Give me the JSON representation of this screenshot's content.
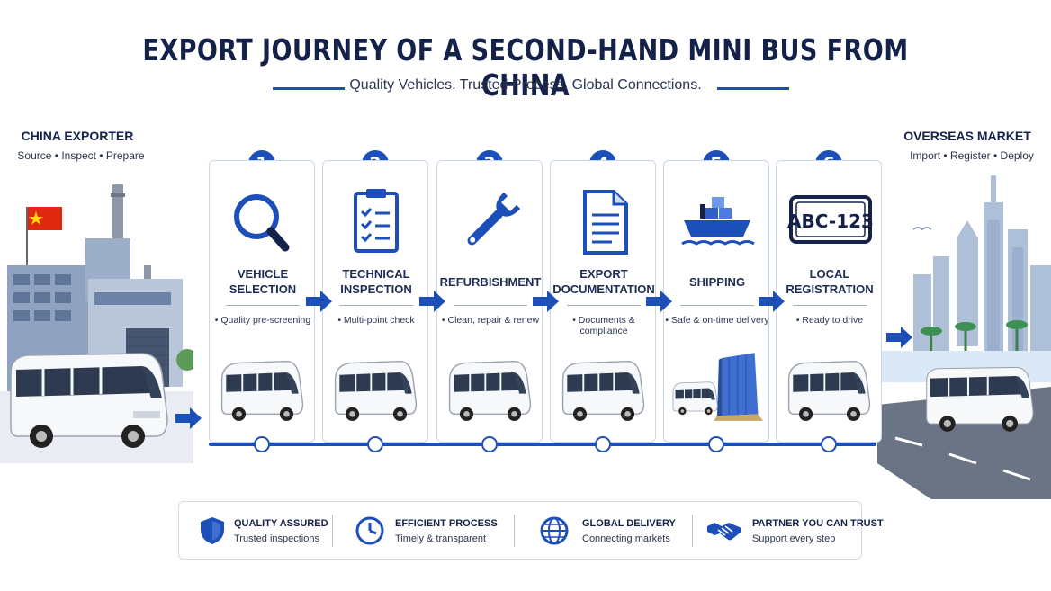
{
  "header": {
    "title": "EXPORT JOURNEY OF A SECOND-HAND MINI BUS FROM CHINA",
    "subtitle": "Quality Vehicles.  Trusted Process.  Global Connections."
  },
  "left_panel": {
    "title": "CHINA EXPORTER",
    "subtitle": "Source • Inspect • Prepare"
  },
  "right_panel": {
    "title": "OVERSEAS MARKET",
    "subtitle": "Import • Register • Deploy"
  },
  "steps": [
    {
      "number": "1",
      "title_lines": [
        "VEHICLE",
        "SELECTION"
      ],
      "desc": "• Quality pre-screening",
      "icon": "magnifier-icon"
    },
    {
      "number": "2",
      "title_lines": [
        "TECHNICAL",
        "INSPECTION"
      ],
      "desc": "• Multi-point check",
      "icon": "clipboard-checklist-icon"
    },
    {
      "number": "3",
      "title_lines": [
        "REFURBISHMENT"
      ],
      "desc": "• Clean, repair & renew",
      "icon": "wrench-icon"
    },
    {
      "number": "4",
      "title_lines": [
        "EXPORT",
        "DOCUMENTATION"
      ],
      "desc": "• Documents & compliance",
      "icon": "document-icon"
    },
    {
      "number": "5",
      "title_lines": [
        "SHIPPING"
      ],
      "desc": "• Safe & on-time delivery",
      "icon": "cargo-ship-icon"
    },
    {
      "number": "6",
      "title_lines": [
        "LOCAL",
        "REGISTRATION"
      ],
      "desc": "• Ready to drive",
      "icon": "license-plate-icon",
      "plate_text": "ABC-123"
    }
  ],
  "footer": [
    {
      "title": "QUALITY ASSURED",
      "subtitle": "Trusted inspections",
      "icon": "shield-icon"
    },
    {
      "title": "EFFICIENT PROCESS",
      "subtitle": "Timely & transparent",
      "icon": "clock-icon"
    },
    {
      "title": "GLOBAL DELIVERY",
      "subtitle": "Connecting markets",
      "icon": "globe-icon"
    },
    {
      "title": "PARTNER YOU CAN TRUST",
      "subtitle": "Support every step",
      "icon": "handshake-icon"
    }
  ],
  "colors": {
    "primary": "#1d4fb8",
    "navy": "#14224a",
    "card_border": "#c9d6ea",
    "flag_red": "#de2910"
  }
}
